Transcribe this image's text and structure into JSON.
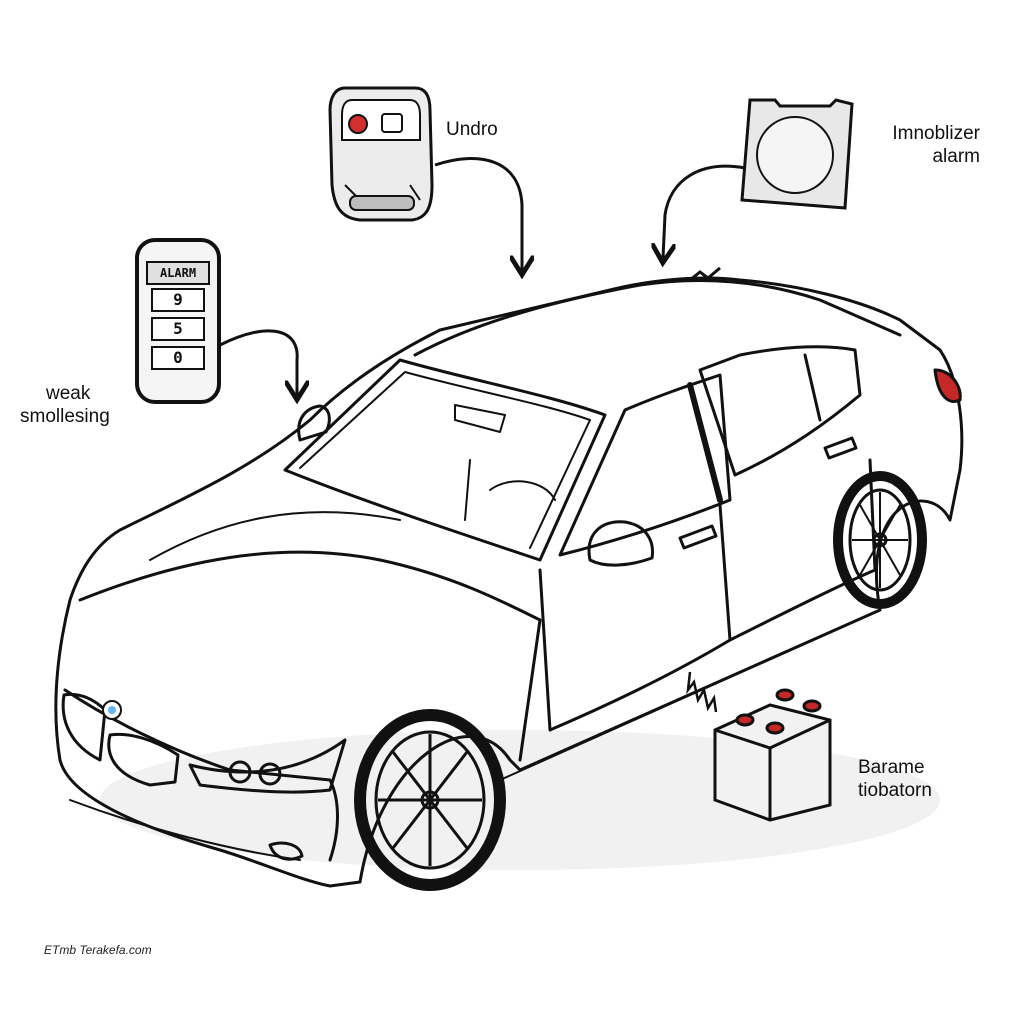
{
  "labels": {
    "remote": "Undro",
    "immobilizer": [
      "Imnoblizer",
      "alarm"
    ],
    "weak_signal": [
      "weak",
      "smollesing"
    ],
    "battery": [
      "Barame",
      "tiobatorn"
    ]
  },
  "fob": {
    "screen": "ALARM",
    "buttons": [
      "9",
      "5",
      "0"
    ]
  },
  "footer": "ETmb Terakefa.com",
  "colors": {
    "line": "#111111",
    "accent": "#d32f2f",
    "shade": "#e8e8e8"
  }
}
